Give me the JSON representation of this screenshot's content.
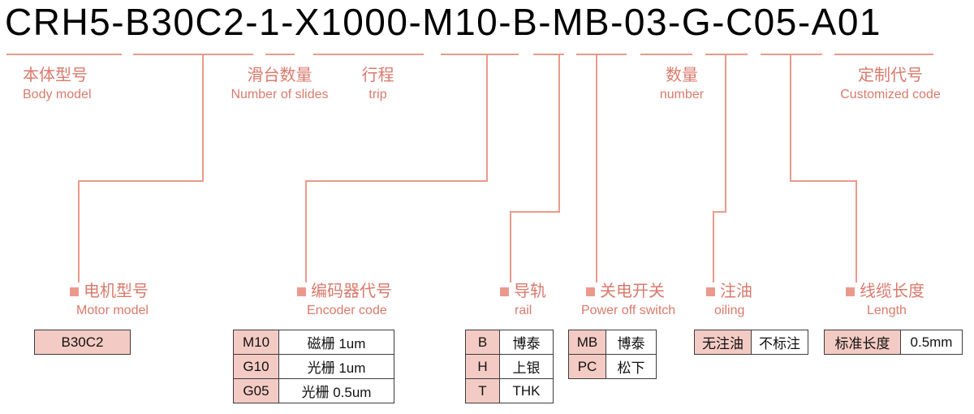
{
  "accent": {
    "line": "#EA9A8C",
    "text": "#D97A6C",
    "table_bg": "#F4CBC4"
  },
  "title": "CRH5-B30C2-1-X1000-M10-B-MB-03-G-C05-A01",
  "segments": [
    "CRH5",
    "B30C2",
    "1",
    "X1000",
    "M10",
    "B",
    "MB",
    "03",
    "G",
    "C05",
    "A01"
  ],
  "top_labels": [
    {
      "zh": "本体型号",
      "en": "Body model"
    },
    {
      "zh": "滑台数量",
      "en": "Number of slides"
    },
    {
      "zh": "行程",
      "en": "trip"
    },
    {
      "zh": "数量",
      "en": "number"
    },
    {
      "zh": "定制代号",
      "en": "Customized code"
    }
  ],
  "sections": [
    {
      "zh": "电机型号",
      "en": "Motor model",
      "rows": [
        [
          "B30C2"
        ]
      ]
    },
    {
      "zh": "编码器代号",
      "en": "Encoder code",
      "rows": [
        [
          "M10",
          "磁栅 1um"
        ],
        [
          "G10",
          "光栅 1um"
        ],
        [
          "G05",
          "光栅 0.5um"
        ]
      ]
    },
    {
      "zh": "导轨",
      "en": "rail",
      "rows": [
        [
          "B",
          "博泰"
        ],
        [
          "H",
          "上银"
        ],
        [
          "T",
          "THK"
        ]
      ]
    },
    {
      "zh": "关电开关",
      "en": "Power off switch",
      "rows": [
        [
          "MB",
          "博泰"
        ],
        [
          "PC",
          "松下"
        ]
      ]
    },
    {
      "zh": "注油",
      "en": "oiling",
      "rows": [
        [
          "无注油",
          "不标注"
        ]
      ]
    },
    {
      "zh": "线缆长度",
      "en": "Length",
      "rows": [
        [
          "标准长度",
          "0.5mm"
        ]
      ]
    }
  ]
}
